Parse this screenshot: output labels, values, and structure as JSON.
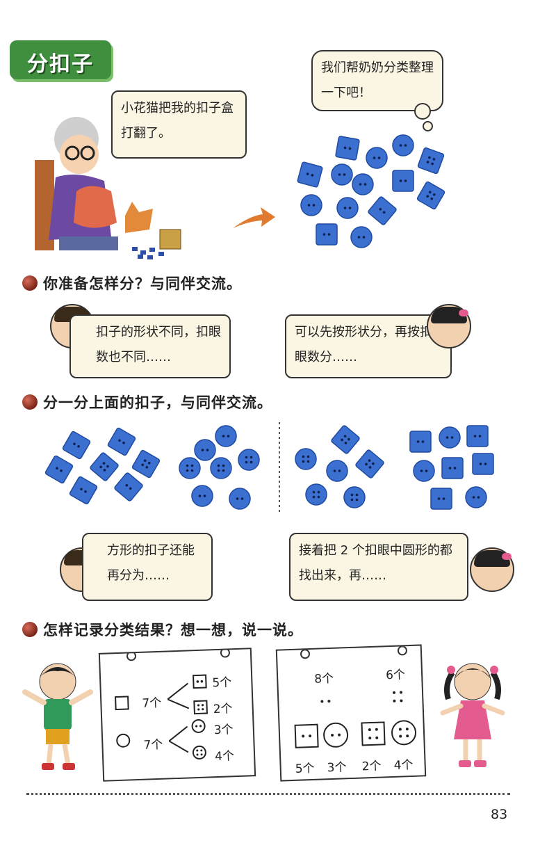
{
  "title": "分扣子",
  "grandma_speech": "小花猫把我的扣子盒打翻了。",
  "thought": "我们帮奶奶分类整理一下吧！",
  "q1": "你准备怎样分？与同伴交流。",
  "boy_speech_1": "扣子的形状不同，扣眼数也不同……",
  "girl_speech_1": "可以先按形状分，再按扣眼数分……",
  "q2": "分一分上面的扣子，与同伴交流。",
  "boy_speech_2": "方形的扣子还能再分为……",
  "girl_speech_2": "接着把 2 个扣眼中圆形的都找出来，再……",
  "q3": "怎样记录分类结果？想一想，说一说。",
  "note1": {
    "square_total": "7个",
    "square_2holes": "5个",
    "square_4holes": "2个",
    "circle_total": "7个",
    "circle_2holes": "3个",
    "circle_4holes": "4个"
  },
  "note2": {
    "two_hole_total": "8个",
    "four_hole_total": "6个",
    "counts": [
      "5个",
      "3个",
      "2个",
      "4个"
    ]
  },
  "page_number": "83",
  "colors": {
    "button_blue": "#3b6fd0",
    "title_green": "#3f8f3f",
    "bubble_bg": "#fbf6e3"
  }
}
